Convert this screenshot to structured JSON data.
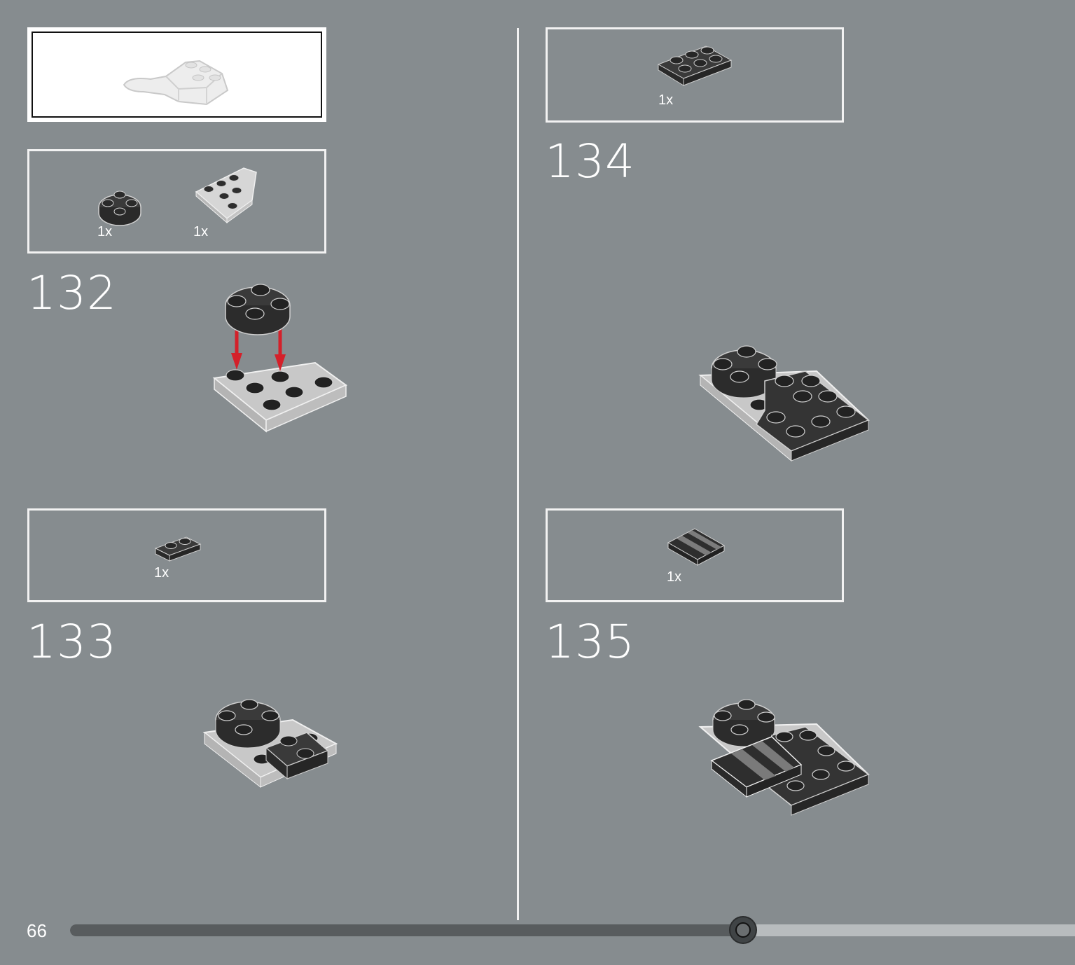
{
  "page": {
    "number": "66",
    "progress_fraction": 0.67
  },
  "steps": [
    {
      "number": "132",
      "parts": [
        {
          "qty": "1x",
          "name": "round-plate-2x2-icon"
        },
        {
          "qty": "1x",
          "name": "wedge-plate-icon"
        }
      ]
    },
    {
      "number": "133",
      "parts": [
        {
          "qty": "1x",
          "name": "plate-1x2-icon"
        }
      ]
    },
    {
      "number": "134",
      "parts": [
        {
          "qty": "1x",
          "name": "plate-2x3-icon"
        }
      ]
    },
    {
      "number": "135",
      "parts": [
        {
          "qty": "1x",
          "name": "tile-2x2-striped-icon"
        }
      ]
    }
  ],
  "colors": {
    "background": "#868c8f",
    "frame": "#f2f2f2",
    "arrow": "#d4202a",
    "dark_brick": "#2e2e2e",
    "light_brick": "#c8c8c8"
  }
}
